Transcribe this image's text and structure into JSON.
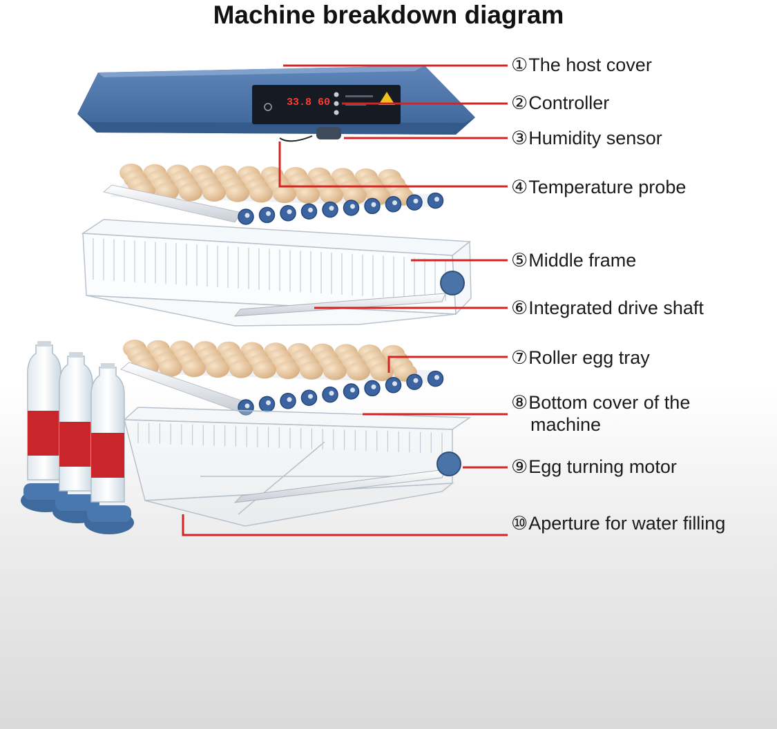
{
  "title": "Machine breakdown diagram",
  "display_reading": "33.8 60",
  "parts": [
    {
      "num": "①",
      "label": "The host cover"
    },
    {
      "num": "②",
      "label": "Controller"
    },
    {
      "num": "③",
      "label": "Humidity sensor"
    },
    {
      "num": "④",
      "label": "Temperature probe"
    },
    {
      "num": "⑤",
      "label": "Middle frame"
    },
    {
      "num": "⑥",
      "label": "Integrated drive shaft"
    },
    {
      "num": "⑦",
      "label": "Roller egg tray"
    },
    {
      "num": "⑧",
      "label": "Bottom cover of the",
      "label_line2": "machine"
    },
    {
      "num": "⑨",
      "label": "Egg turning motor"
    },
    {
      "num": "⑩",
      "label": "Aperture for water filling"
    }
  ],
  "colors": {
    "leader_line": "#d32424",
    "cover_blue": "#4a73a8",
    "egg": "#e8c9a4",
    "water_bottle_band": "#c8262b"
  }
}
